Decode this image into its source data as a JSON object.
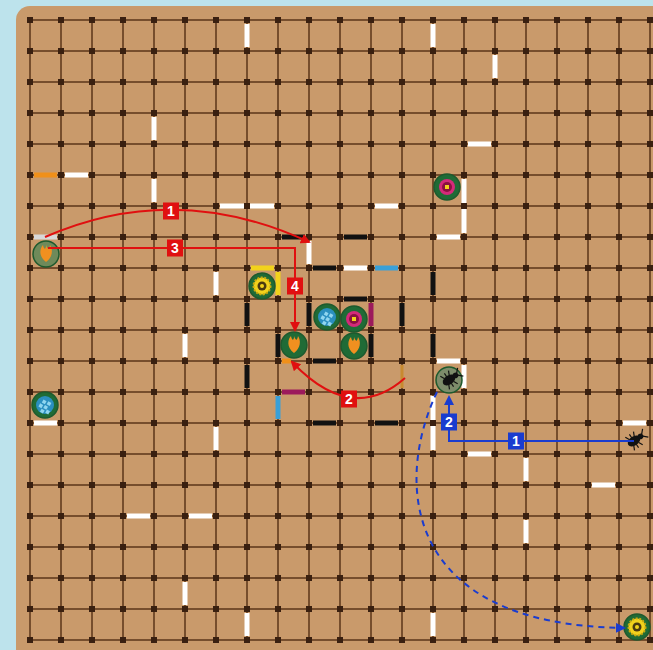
{
  "diagram": {
    "labels": [
      "1",
      "3",
      "4",
      "2",
      "2",
      "1"
    ]
  }
}
